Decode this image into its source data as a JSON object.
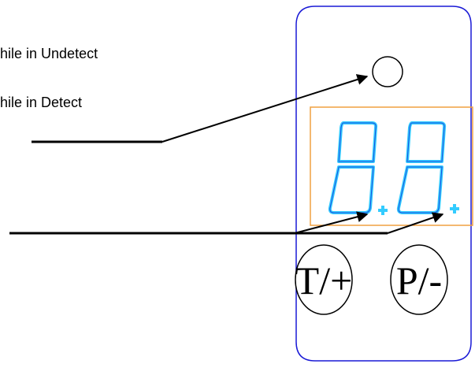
{
  "captions": {
    "top": "hile in Undetect",
    "bottom": "hile in Detect"
  },
  "buttons": {
    "left_label": "T/+",
    "right_label": "P/-"
  },
  "colors": {
    "panel_border": "#1a1ad6",
    "display_border": "#f0a040",
    "segment_fill": "#33ccff",
    "segment_edge": "#1a4fe0",
    "line": "#000000"
  },
  "icons": {
    "led": "circle-indicator-icon",
    "decimal_points": "plus-dot-icon"
  }
}
